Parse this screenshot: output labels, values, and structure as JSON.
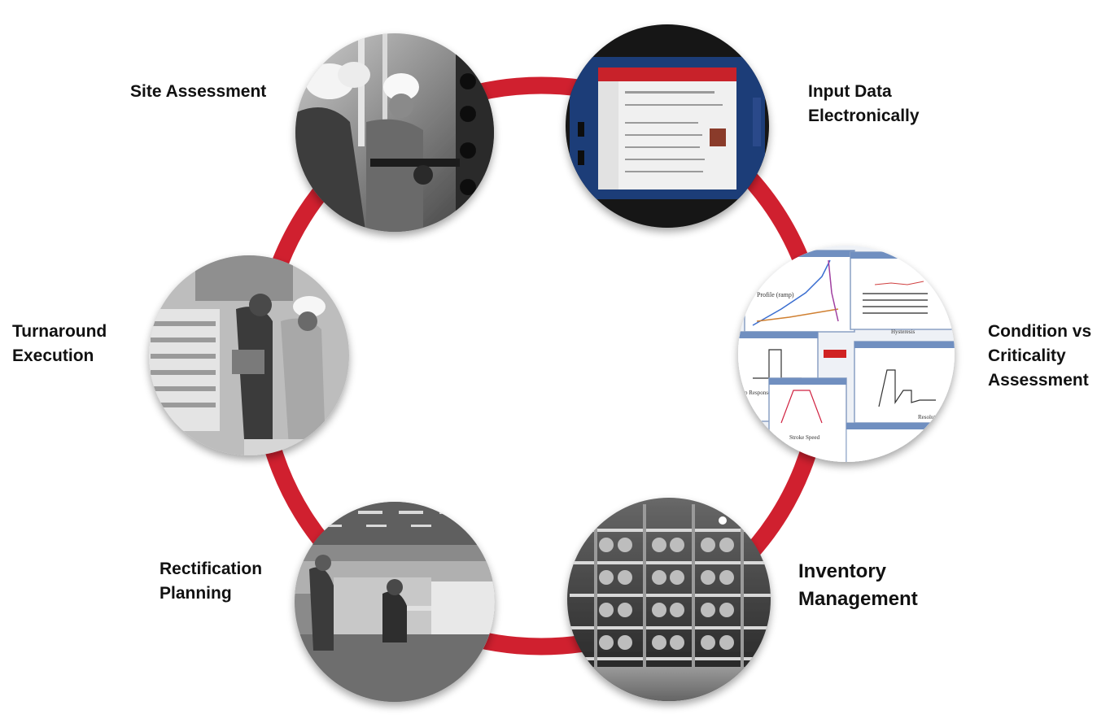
{
  "diagram": {
    "ring_color": "#d0202f",
    "steps": [
      {
        "id": "site",
        "lines": [
          "Site Assessment"
        ],
        "photo": "field-workers-at-valves-photo"
      },
      {
        "id": "input",
        "lines": [
          "Input Data",
          "Electronically"
        ],
        "photo": "tablet-app-photo"
      },
      {
        "id": "condition",
        "lines": [
          "Condition vs",
          "Criticality",
          "Assessment"
        ],
        "photo": "software-graphs-collage"
      },
      {
        "id": "inventory",
        "lines": [
          "Inventory",
          "Management"
        ],
        "photo": "warehouse-valve-racks-photo"
      },
      {
        "id": "rectification",
        "lines": [
          "Rectification",
          "Planning"
        ],
        "photo": "office-workstations-photo"
      },
      {
        "id": "turnaround",
        "lines": [
          "Turnaround",
          "Execution"
        ],
        "photo": "technicians-with-actuator-photo"
      }
    ],
    "screen_graph_titles": [
      "Profile (ramp)",
      "Hysteresis",
      "Step Response",
      "Stroke Speed",
      "Resolution"
    ]
  }
}
